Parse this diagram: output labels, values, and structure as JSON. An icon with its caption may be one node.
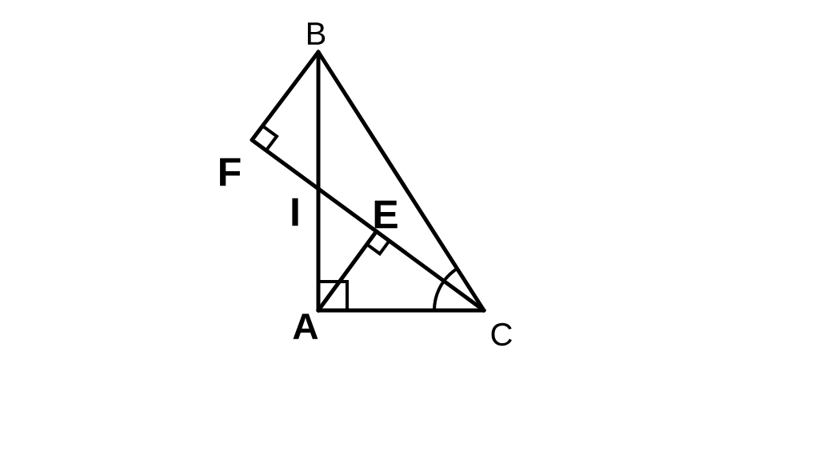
{
  "diagram": {
    "labels": [
      "B",
      "F",
      "I",
      "E",
      "A",
      "C"
    ]
  }
}
